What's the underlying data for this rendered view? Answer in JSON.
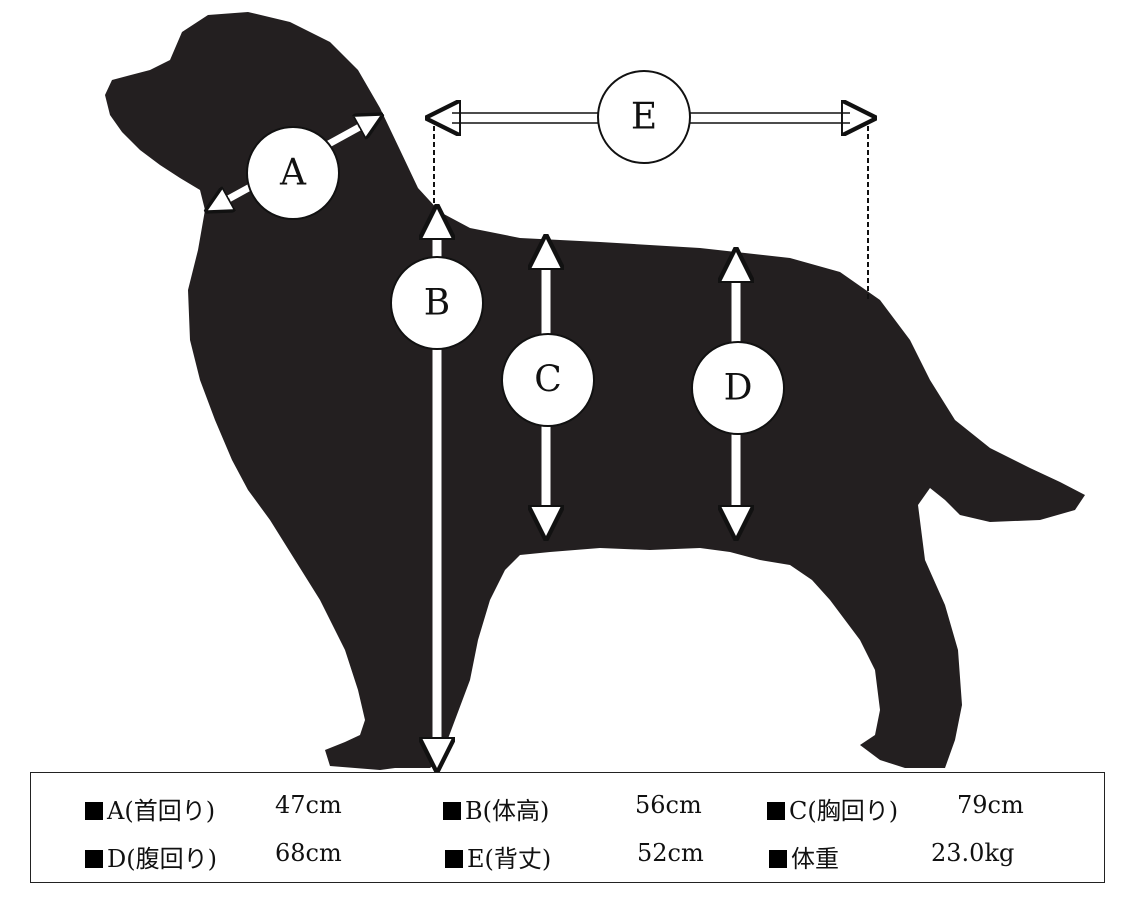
{
  "diagram": {
    "labels": {
      "a": "A",
      "b": "B",
      "c": "C",
      "d": "D",
      "e": "E"
    },
    "colors": {
      "silhouette": "#231f20",
      "arrow": "#ffffff",
      "outline": "#111111"
    }
  },
  "measurements": [
    {
      "key": "A",
      "label": "A(首回り)",
      "value": "47cm"
    },
    {
      "key": "B",
      "label": "B(体高)",
      "value": "56cm"
    },
    {
      "key": "C",
      "label": "C(胸回り)",
      "value": "79cm"
    },
    {
      "key": "D",
      "label": "D(腹回り)",
      "value": "68cm"
    },
    {
      "key": "E",
      "label": "E(背丈)",
      "value": "52cm"
    },
    {
      "key": "W",
      "label": "体重",
      "value": "23.0kg"
    }
  ]
}
